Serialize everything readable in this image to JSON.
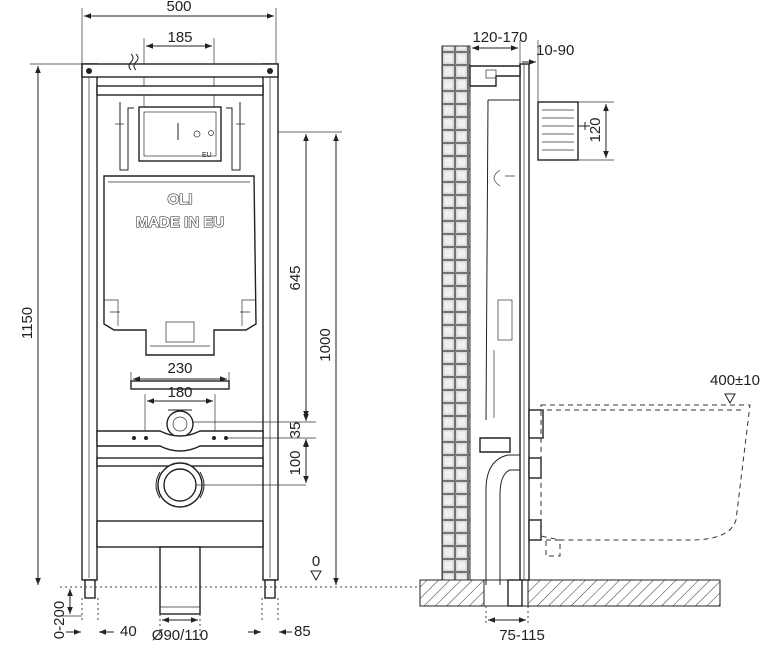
{
  "front_view": {
    "dims": {
      "width_total": "500",
      "actuator_width": "185",
      "height_total": "1150",
      "outlet_spacing_outer": "230",
      "outlet_spacing_inner": "180",
      "upper_height": "645",
      "outlet_height": "1000",
      "inlet_offset": "35",
      "drain_offset": "100",
      "foot_range": "0-200",
      "foot_width": "40",
      "pipe_diameter": "Ø90/110",
      "foot_offset": "85",
      "floor_level": "0"
    },
    "cistern_label_line1": "OLI",
    "cistern_label_line2": "MADE IN EU",
    "plate_mark": "EU"
  },
  "side_view": {
    "dims": {
      "wall_distance": "120-170",
      "inlet_depth": "10-90",
      "inlet_height": "120",
      "bowl_height": "400±10",
      "drain_depth": "75-115"
    }
  }
}
